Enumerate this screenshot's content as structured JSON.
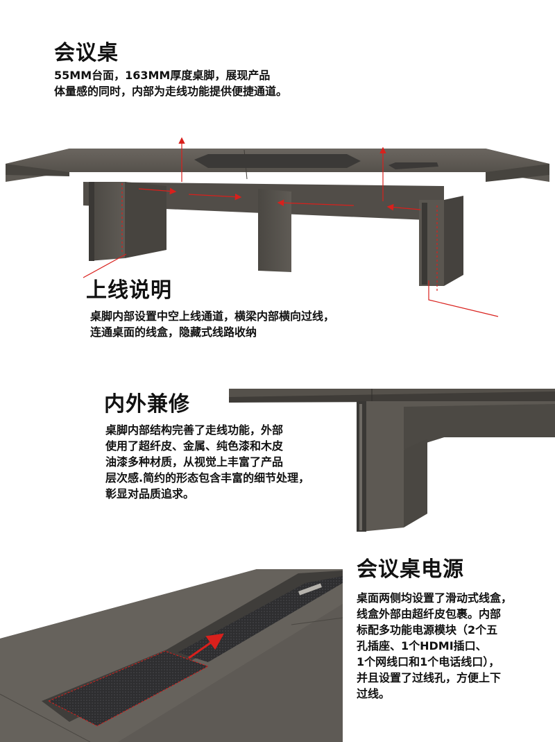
{
  "section1": {
    "title": "会议桌",
    "desc": "55MM台面，163MM厚度桌脚，展现产品\n体量感的同时，内部为走线功能提供便捷通道。"
  },
  "section2": {
    "title": "上线说明",
    "desc": "桌脚内部设置中空上线通道，横梁内部横向过线，\n连通桌面的线盒，隐藏式线路收纳"
  },
  "section3": {
    "title": "内外兼修",
    "desc": "桌脚内部结构完善了走线功能，外部\n使用了超纤皮、金属、纯色漆和木皮\n油漆多种材质，从视觉上丰富了产品\n层次感.简约的形态包含丰富的细节处理，\n彰显对品质追求。"
  },
  "section4": {
    "title": "会议桌电源",
    "desc": "桌面两侧均设置了滑动式线盒，\n线盒外部由超纤皮包裹。内部\n标配多功能电源模块（2个五\n孔插座、1个HDMI插口、\n1个网线口和1个电话线口），\n并且设置了过线孔，方便上下\n过线。"
  },
  "colors": {
    "wood": "#5a5650",
    "wood_dark": "#3f3c38",
    "arrow": "#d9201c"
  }
}
